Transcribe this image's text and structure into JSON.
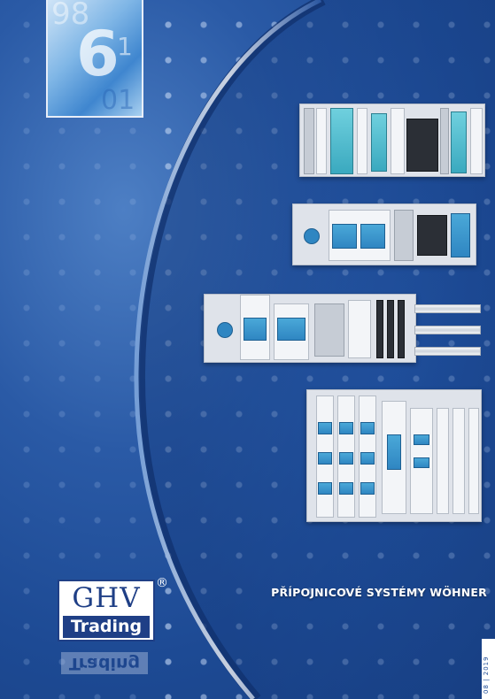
{
  "brand": {
    "logo_top": "GHV",
    "logo_bottom": "Trading",
    "registered_mark": "®"
  },
  "cover": {
    "title": "PŘÍPOJNICOVÉ SYSTÉMY WÖHNER",
    "edition_month": "08",
    "edition_year": "2019"
  },
  "colors": {
    "background": "#1f4c96",
    "logo_blue": "#1f3f86",
    "module_blue": "#2f86c2"
  },
  "icons": {
    "registered": "registered-trademark-icon"
  }
}
